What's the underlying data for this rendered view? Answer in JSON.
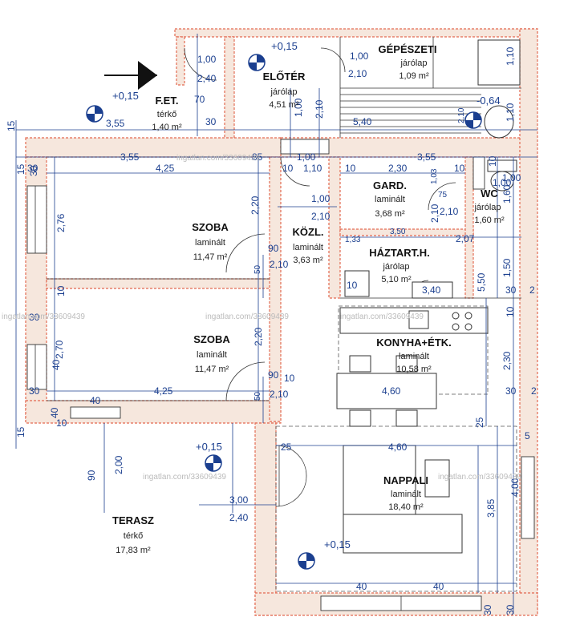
{
  "rooms": [
    {
      "name": "ELŐTÉR",
      "floor": "járólap",
      "area": "4,51 m²"
    },
    {
      "name": "GÉPÉSZETI",
      "floor": "járólap",
      "area": "1,09 m²"
    },
    {
      "name": "F.ET.",
      "floor": "térkő",
      "area": "1,40 m²"
    },
    {
      "name": "SZOBA",
      "floor": "laminált",
      "area": "11,47 m²"
    },
    {
      "name": "KÖZL.",
      "floor": "laminált",
      "area": "3,63 m²"
    },
    {
      "name": "GARD.",
      "floor": "laminált",
      "area": "3,68 m²"
    },
    {
      "name": "WC",
      "floor": "járólap",
      "area": "1,60 m²"
    },
    {
      "name": "HÁZTART.H.",
      "floor": "járólap",
      "area": "5,10 m²"
    },
    {
      "name": "SZOBA",
      "floor": "laminált",
      "area": "11,47 m²"
    },
    {
      "name": "KONYHA+ÉTK.",
      "floor": "laminált",
      "area": "10,58 m²"
    },
    {
      "name": "NAPPALI",
      "floor": "laminált",
      "area": "18,40 m²"
    },
    {
      "name": "TERASZ",
      "floor": "térkő",
      "area": "17,83 m²"
    }
  ],
  "levels": [
    "+0,15",
    "+0,15",
    "-0,64",
    "+0,15",
    "+0,15"
  ],
  "dims": [
    "1,00",
    "2,40",
    "70",
    "3,55",
    "30",
    "15",
    "3,55",
    "85",
    "4,25",
    "30",
    "1,00",
    "10",
    "1,10",
    "10",
    "2,30",
    "1,03",
    "3,55",
    "10",
    "1,00",
    "1,60",
    "2,20",
    "2,76",
    "1,00",
    "2,10",
    "75",
    "2,10",
    "1,33",
    "3,50",
    "2,07",
    "90",
    "50",
    "2,10",
    "10",
    "1,50",
    "5,50",
    "30",
    "2",
    "3,40",
    "2,70",
    "40",
    "2,20",
    "2,30",
    "90",
    "10",
    "4,25",
    "30",
    "50",
    "2,10",
    "4,60",
    "30",
    "40",
    "15",
    "25",
    "4,60",
    "25",
    "5",
    "90",
    "2,00",
    "3,00",
    "2,40",
    "3,85",
    "4,00",
    "40",
    "40",
    "30",
    "30",
    "1,00",
    "2,10",
    "5,40",
    "2,10",
    "1,00",
    "1,10",
    "1,10",
    "2,10",
    "2,10",
    "1,00",
    "10",
    "10",
    "10",
    "30",
    "40",
    "15",
    "10",
    "30",
    "2"
  ],
  "watermark": "ingatlan.com/33609439"
}
